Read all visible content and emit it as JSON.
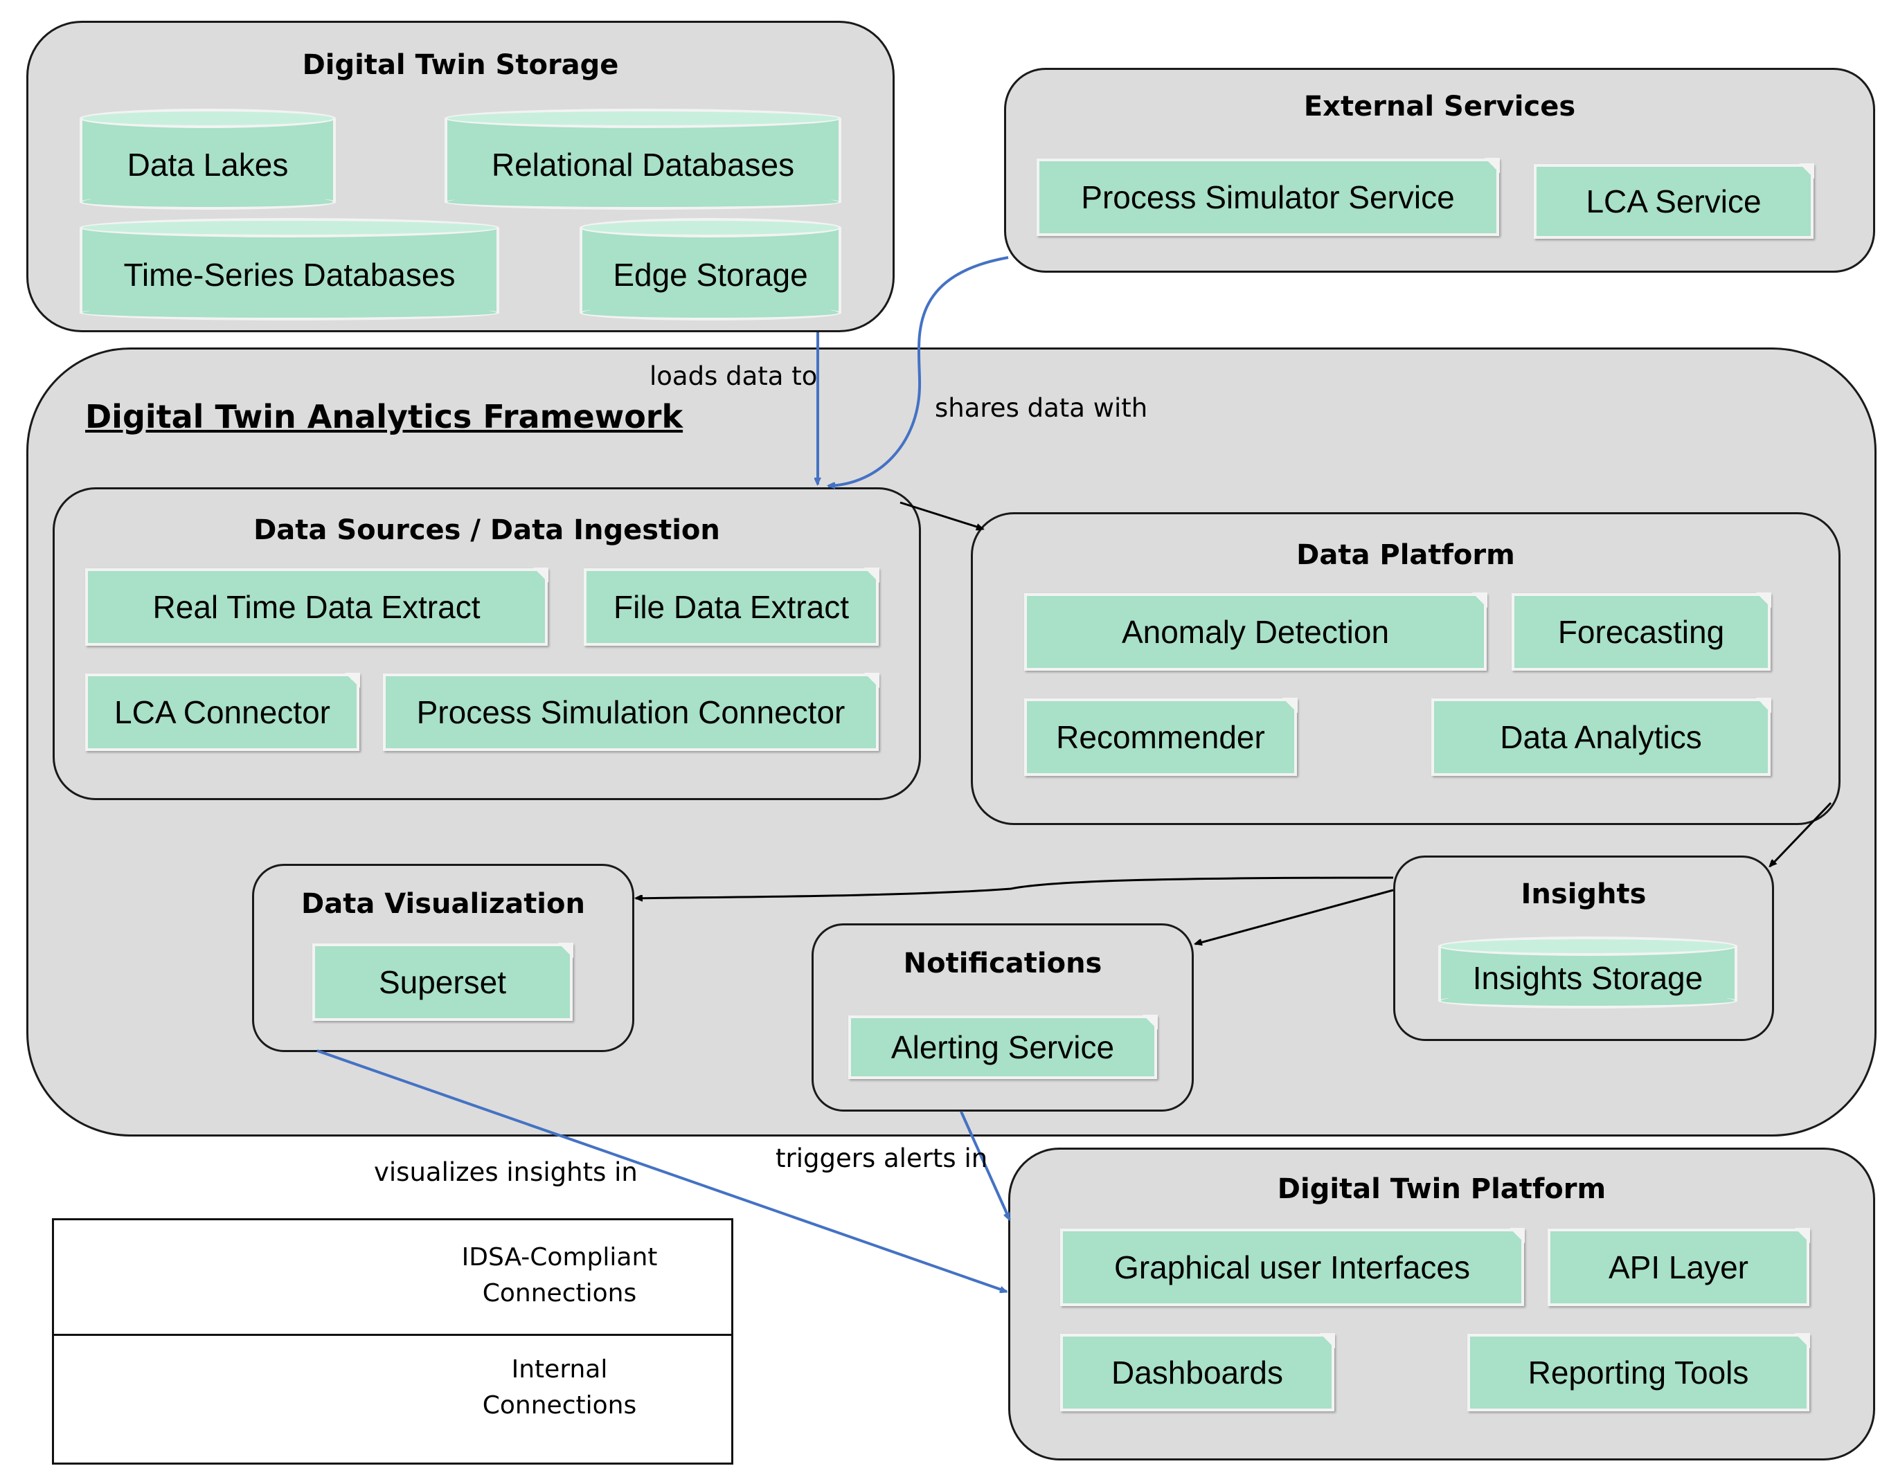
{
  "storage": {
    "title": "Digital Twin Storage",
    "items": [
      "Data Lakes",
      "Relational Databases",
      "Time-Series Databases",
      "Edge Storage"
    ]
  },
  "external": {
    "title": "External Services",
    "items": [
      "Process Simulator Service",
      "LCA Service"
    ]
  },
  "framework": {
    "title": "Digital Twin Analytics Framework"
  },
  "ingestion": {
    "title": "Data Sources / Data Ingestion",
    "items": [
      "Real Time Data Extract",
      "File Data Extract",
      "LCA Connector",
      "Process Simulation Connector"
    ]
  },
  "platform_data": {
    "title": "Data Platform",
    "items": [
      "Anomaly Detection",
      "Forecasting",
      "Recommender",
      "Data Analytics"
    ]
  },
  "visualization": {
    "title": "Data Visualization",
    "items": [
      "Superset"
    ]
  },
  "notifications": {
    "title": "Notifications",
    "items": [
      "Alerting Service"
    ]
  },
  "insights": {
    "title": "Insights",
    "items": [
      "Insights Storage"
    ]
  },
  "dt_platform": {
    "title": "Digital Twin Platform",
    "items": [
      "Graphical user Interfaces",
      "API Layer",
      "Dashboards",
      "Reporting Tools"
    ]
  },
  "edges": {
    "loads": "loads data to",
    "shares": "shares data with",
    "visualizes": "visualizes insights in",
    "triggers": "triggers alerts in"
  },
  "legend": {
    "idsa": "IDSA-Compliant Connections",
    "internal": "Internal Connections"
  },
  "colors": {
    "group_fill": "#dcdcdc",
    "component_fill": "#a8e0c8",
    "idsa_arrow": "#4472c4",
    "internal_arrow": "#000000"
  }
}
